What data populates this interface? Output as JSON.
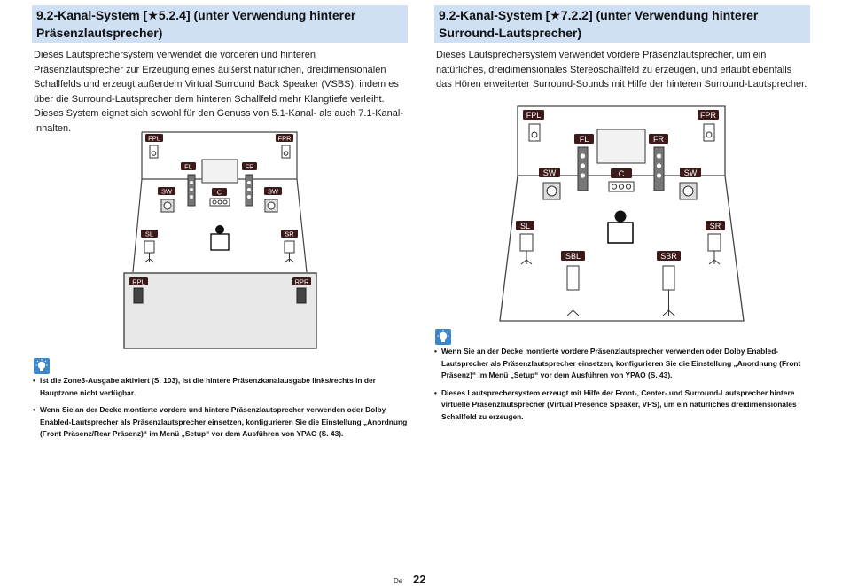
{
  "left": {
    "heading": "9.2-Kanal-System [★5.2.4] (unter Verwendung hinterer Präsenzlautsprecher)",
    "body": "Dieses Lautsprechersystem verwendet die vorderen und hinteren Präsenzlautsprecher zur Erzeugung eines äußerst natürlichen, dreidimensionalen Schallfelds und erzeugt außerdem Virtual Surround Back Speaker (VSBS), indem es über die Surround-Lautsprecher dem hinteren Schallfeld mehr Klangtiefe verleiht. Dieses System eignet sich sowohl für den Genuss von 5.1-Kanal- als auch 7.1-Kanal-Inhalten.",
    "speakers": {
      "fpl": "FPL",
      "fpr": "FPR",
      "fl": "FL",
      "fr": "FR",
      "sw1": "SW",
      "sw2": "SW",
      "c": "C",
      "sl": "SL",
      "sr": "SR",
      "rpl": "RPL",
      "rpr": "RPR"
    },
    "notes": [
      "Ist die Zone3-Ausgabe aktiviert (S. 103), ist die hintere Präsenzkanalausgabe links/rechts in der Hauptzone nicht verfügbar.",
      "Wenn Sie an der Decke montierte vordere und hintere Präsenzlautsprecher verwenden oder Dolby Enabled-Lautsprecher als Präsenzlautsprecher einsetzen, konfigurieren Sie die Einstellung „Anordnung (Front Präsenz/Rear Präsenz)“ im Menü „Setup“ vor dem Ausführen von YPAO (S. 43)."
    ]
  },
  "right": {
    "heading": "9.2-Kanal-System [★7.2.2] (unter Verwendung hinterer Surround-Lautsprecher)",
    "body": "Dieses Lautsprechersystem verwendet vordere Präsenzlautsprecher, um ein natürliches, dreidimensionales Stereoschallfeld zu erzeugen, und erlaubt ebenfalls das Hören erweiterter Surround-Sounds mit Hilfe der hinteren Surround-Lautsprecher.",
    "speakers": {
      "fpl": "FPL",
      "fpr": "FPR",
      "fl": "FL",
      "fr": "FR",
      "sw1": "SW",
      "sw2": "SW",
      "c": "C",
      "sl": "SL",
      "sr": "SR",
      "sbl": "SBL",
      "sbr": "SBR"
    },
    "notes": [
      "Wenn Sie an der Decke montierte vordere Präsenzlautsprecher verwenden oder Dolby Enabled-Lautsprecher als Präsenzlautsprecher einsetzen, konfigurieren Sie die Einstellung „Anordnung (Front Präsenz)“ im Menü „Setup“ vor dem Ausführen von YPAO (S. 43).",
      "Dieses Lautsprechersystem erzeugt mit Hilfe der Front-, Center- und Surround-Lautsprecher hintere virtuelle Präsenzlautsprecher (Virtual Presence Speaker, VPS), um ein natürliches dreidimensionales Schallfeld zu erzeugen."
    ]
  },
  "footer": {
    "lang": "De",
    "page": "22"
  },
  "colors": {
    "heading_bg": "#cfe0f5",
    "label_bg": "#3d1a1a",
    "tip_icon": "#3a86c8"
  }
}
